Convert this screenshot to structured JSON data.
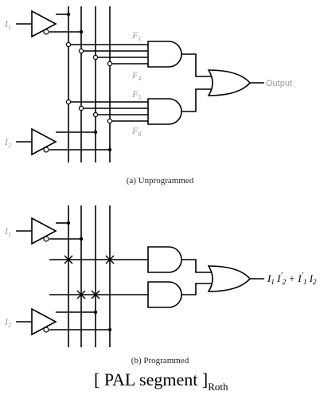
{
  "top": {
    "input1": "I",
    "input1_sub": "1",
    "input2": "I",
    "input2_sub": "2",
    "fuse_f1": "F",
    "fuse_f1_sub": "1",
    "fuse_f4": "F",
    "fuse_f4_sub": "4",
    "fuse_f5": "F",
    "fuse_f5_sub": "5",
    "fuse_f8": "F",
    "fuse_f8_sub": "8",
    "output_label": "Output",
    "caption": "(a) Unprogrammed"
  },
  "bottom": {
    "input1": "I",
    "input1_sub": "1",
    "input2": "I",
    "input2_sub": "2",
    "expr_a": "I",
    "expr_a_sub1": "1",
    "expr_b": " I",
    "expr_b_sup": "′",
    "expr_b_sub": "2",
    "expr_plus": " + ",
    "expr_c": "I",
    "expr_c_sup": "′",
    "expr_c_sub": "1",
    "expr_d": " I",
    "expr_d_sub": "2",
    "caption": "(b) Programmed"
  },
  "footer": {
    "title": "[ PAL segment ]",
    "subscript": "Roth"
  }
}
